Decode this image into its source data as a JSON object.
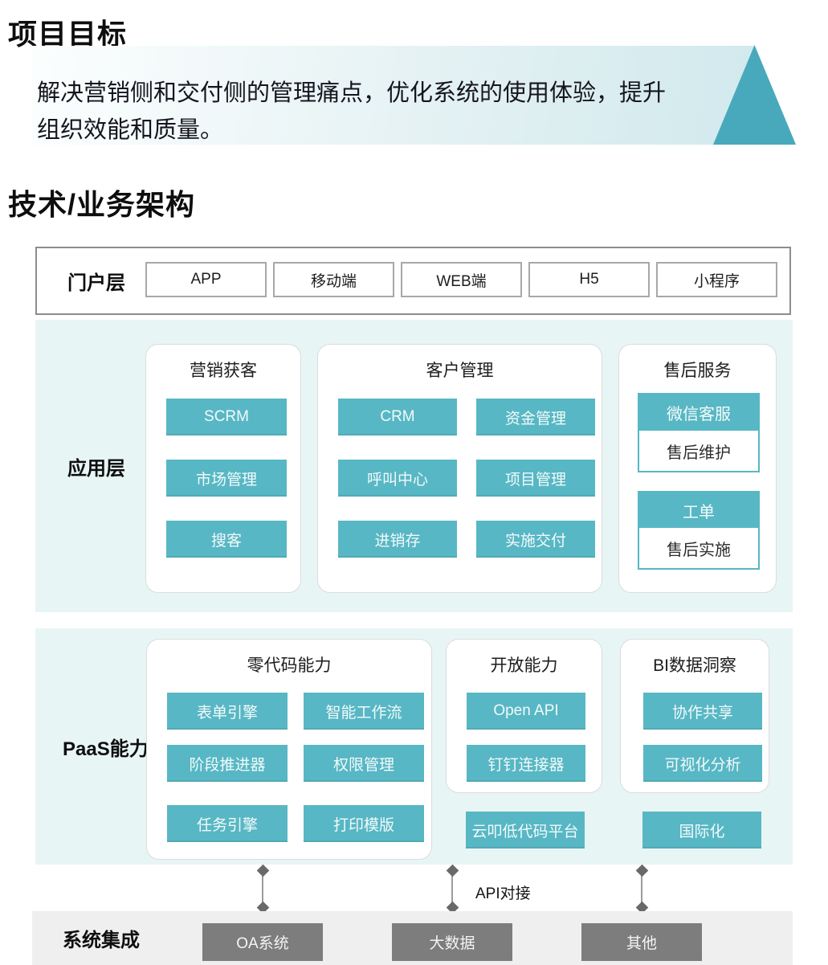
{
  "header": {
    "section1_title": "项目目标",
    "section2_title": "技术/业务架构"
  },
  "banner": {
    "text_line1": "解决营销侧和交付侧的管理痛点，优化系统的使用体验，提升",
    "text_line2": "组织效能和质量。"
  },
  "portal_layer": {
    "label": "门户层",
    "items": [
      "APP",
      "移动端",
      "WEB端",
      "H5",
      "小程序"
    ]
  },
  "app_layer": {
    "label": "应用层",
    "marketing_card": {
      "title": "营销获客",
      "buttons": [
        "SCRM",
        "市场管理",
        "搜客"
      ]
    },
    "customer_card": {
      "title": "客户管理",
      "buttons": [
        "CRM",
        "资金管理",
        "呼叫中心",
        "项目管理",
        "进销存",
        "实施交付"
      ]
    },
    "aftersales_card": {
      "title": "售后服务",
      "groups": [
        {
          "header": "微信客服",
          "sub": "售后维护"
        },
        {
          "header": "工单",
          "sub": "售后实施"
        }
      ]
    }
  },
  "paas_layer": {
    "label": "PaaS能力",
    "zerocode_card": {
      "title": "零代码能力",
      "buttons": [
        "表单引擎",
        "智能工作流",
        "阶段推进器",
        "权限管理",
        "任务引擎",
        "打印模版"
      ]
    },
    "open_card": {
      "title": "开放能力",
      "buttons": [
        "Open API",
        "钉钉连接器"
      ],
      "extra_button": "云叩低代码平台"
    },
    "bi_card": {
      "title": "BI数据洞察",
      "buttons": [
        "协作共享",
        "可视化分析"
      ],
      "extra_button": "国际化"
    }
  },
  "integration_layer": {
    "label": "系统集成",
    "api_label": "API对接",
    "items": [
      "OA系统",
      "大数据",
      "其他"
    ]
  },
  "colors": {
    "teal_button": "#58b7c4",
    "teal_triangle": "#49a9bc",
    "mint_background": "#e8f5f5",
    "banner_gradient_end": "#cfe8ec",
    "gray_strip": "#efefef",
    "gray_button": "#7d7d7d"
  }
}
